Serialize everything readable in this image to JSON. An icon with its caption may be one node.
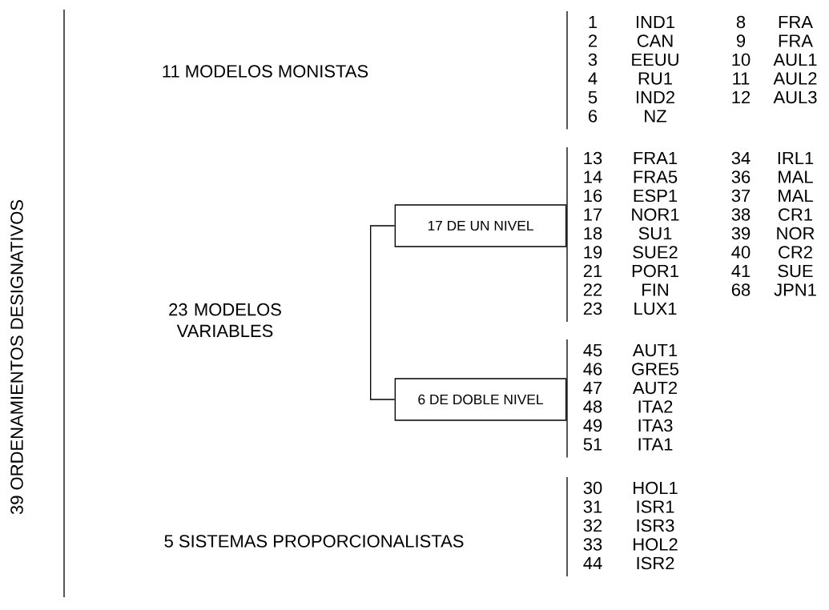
{
  "diagram": {
    "nodes": [
      {
        "text": [
          "17 DE UN NIVEL"
        ]
      },
      {
        "text": [
          "6 DE DOBLE NIVEL"
        ]
      }
    ],
    "edges": [
      {
        "from": 0,
        "to": 1,
        "arrow": "none"
      }
    ],
    "labels": [
      "39 ORDENAMIENTOS DESIGNATIVOS",
      "11 MODELOS MONISTAS",
      "23 MODELOS VARIABLES",
      "5 SISTEMAS PROPORCIONALISTAS",
      "1",
      "IND1",
      "8",
      "FRA",
      "2",
      "CAN",
      "9",
      "FRA",
      "3",
      "EEUU",
      "10",
      "AUL1",
      "4",
      "RU1",
      "11",
      "AUL2",
      "5",
      "IND2",
      "12",
      "AUL3",
      "6",
      "NZ",
      "13",
      "FRA1",
      "34",
      "IRL1",
      "14",
      "FRA5",
      "36",
      "MAL",
      "16",
      "ESP1",
      "37",
      "MAL",
      "17",
      "NOR1",
      "38",
      "CR1",
      "18",
      "SU1",
      "39",
      "NOR",
      "19",
      "SUE2",
      "40",
      "CR2",
      "21",
      "POR1",
      "41",
      "SUE",
      "22",
      "FIN",
      "68",
      "JPN1",
      "23",
      "LUX1",
      "45",
      "AUT1",
      "46",
      "GRE5",
      "47",
      "AUT2",
      "48",
      "ITA2",
      "49",
      "ITA3",
      "51",
      "ITA1",
      "30",
      "HOL1",
      "31",
      "ISR1",
      "32",
      "ISR3",
      "33",
      "HOL2",
      "44",
      "ISR2"
    ]
  }
}
